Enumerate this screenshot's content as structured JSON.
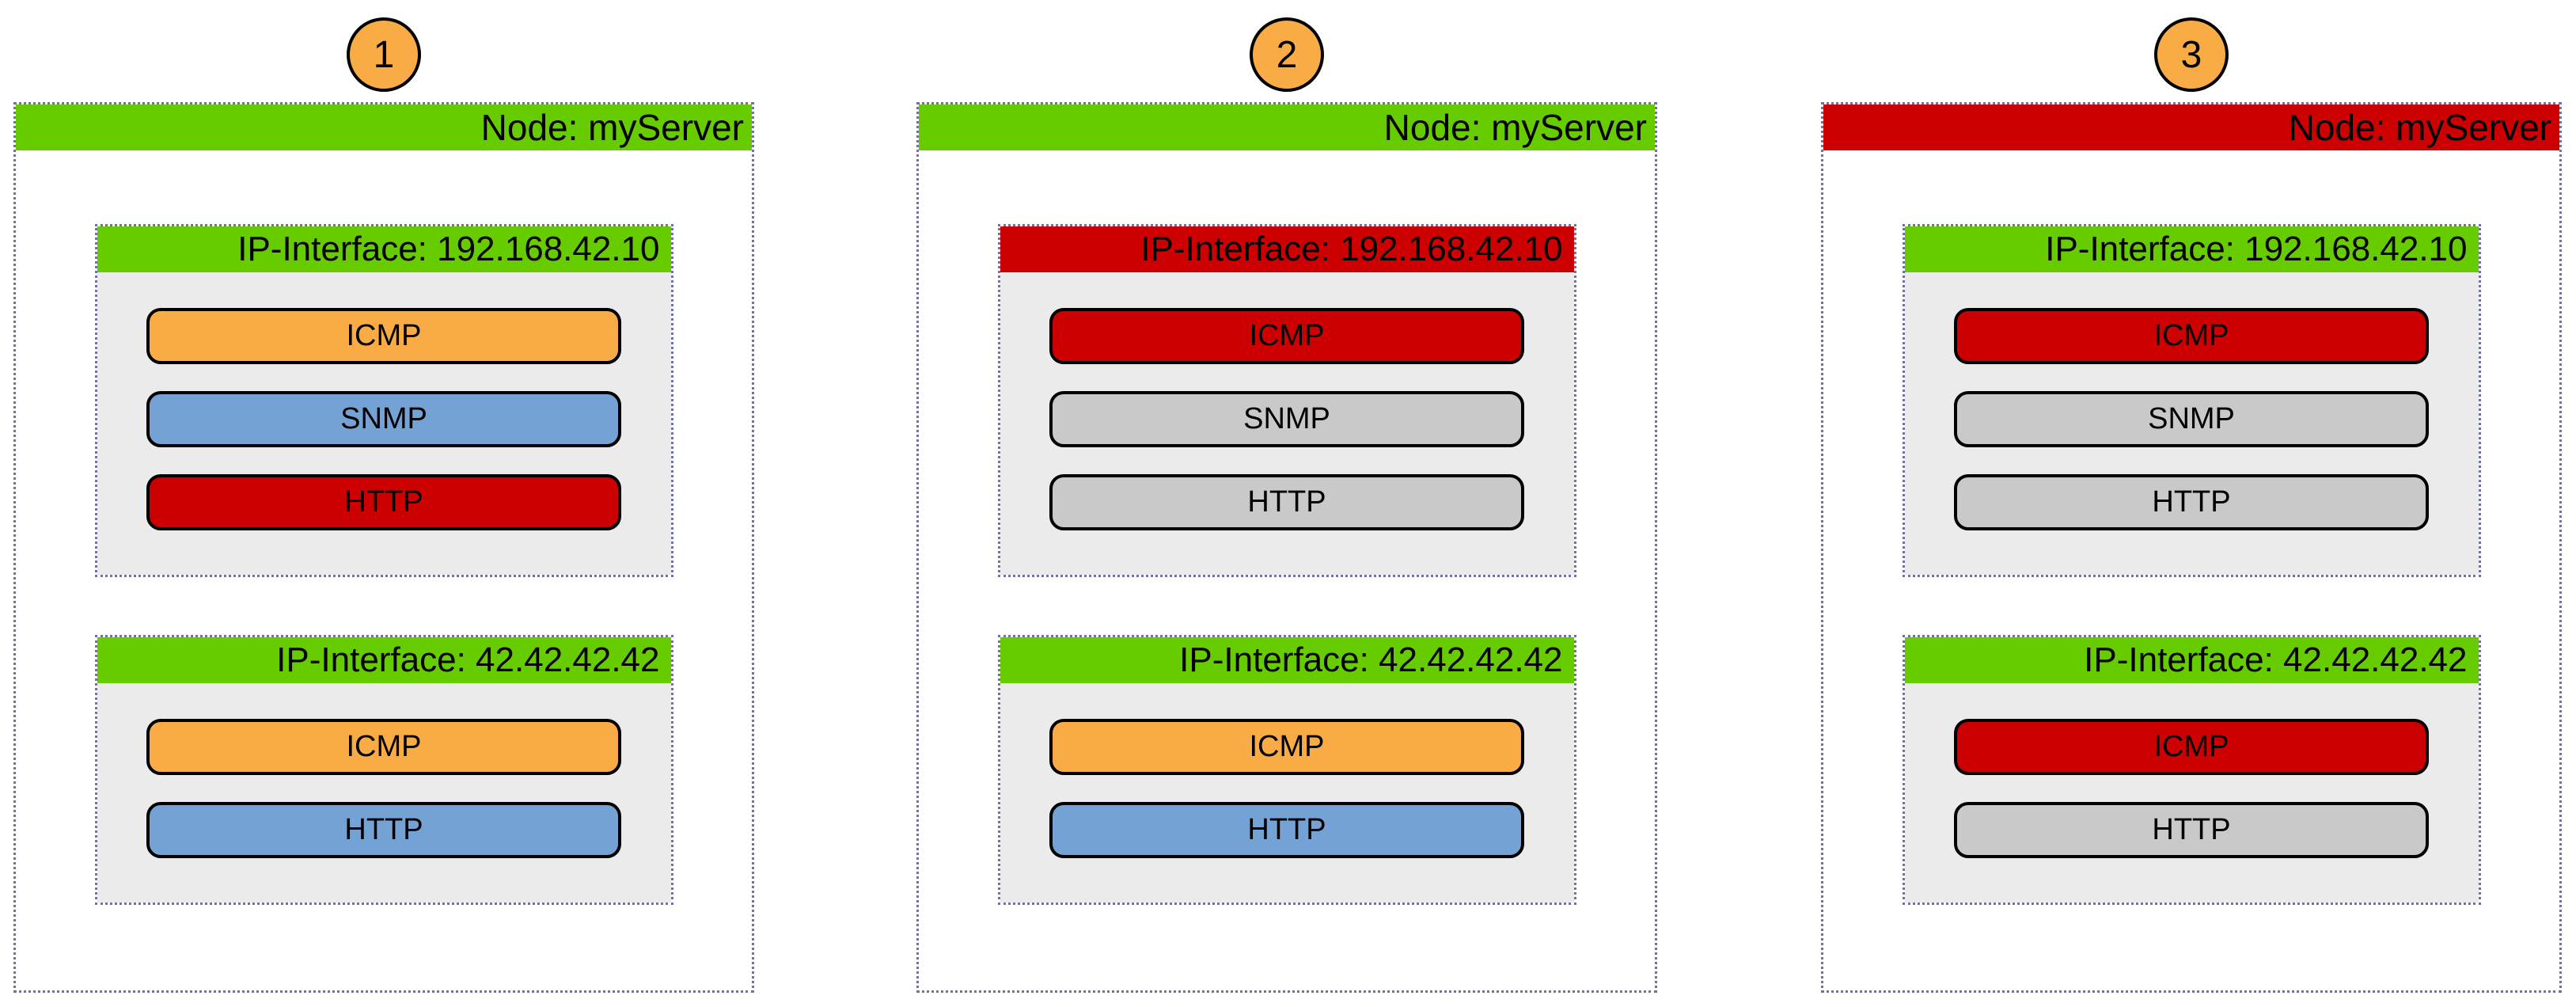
{
  "colors": {
    "dotted_border": "#7070A3",
    "interface_body_bg": "#EBEBEB",
    "status_up_green": "#66CC00",
    "status_down_red": "#CC0000",
    "service_warning_orange": "#F9AC45",
    "service_normal_blue": "#74A2D4",
    "service_inactive_gray": "#C9C9C9",
    "step_badge_orange": "#F9AC45",
    "text": "#000000"
  },
  "panels": [
    {
      "step": "1",
      "step_badge_color": "#F9AC45",
      "node": {
        "label": "Node: myServer",
        "header_color": "#66CC00",
        "interfaces": [
          {
            "label": "IP-Interface: 192.168.42.10",
            "header_color": "#66CC00",
            "services": [
              {
                "name": "ICMP",
                "color": "#F9AC45"
              },
              {
                "name": "SNMP",
                "color": "#74A2D4"
              },
              {
                "name": "HTTP",
                "color": "#CC0000"
              }
            ]
          },
          {
            "label": "IP-Interface: 42.42.42.42",
            "header_color": "#66CC00",
            "services": [
              {
                "name": "ICMP",
                "color": "#F9AC45"
              },
              {
                "name": "HTTP",
                "color": "#74A2D4"
              }
            ]
          }
        ]
      }
    },
    {
      "step": "2",
      "step_badge_color": "#F9AC45",
      "node": {
        "label": "Node: myServer",
        "header_color": "#66CC00",
        "interfaces": [
          {
            "label": "IP-Interface: 192.168.42.10",
            "header_color": "#CC0000",
            "services": [
              {
                "name": "ICMP",
                "color": "#CC0000"
              },
              {
                "name": "SNMP",
                "color": "#C9C9C9"
              },
              {
                "name": "HTTP",
                "color": "#C9C9C9"
              }
            ]
          },
          {
            "label": "IP-Interface: 42.42.42.42",
            "header_color": "#66CC00",
            "services": [
              {
                "name": "ICMP",
                "color": "#F9AC45"
              },
              {
                "name": "HTTP",
                "color": "#74A2D4"
              }
            ]
          }
        ]
      }
    },
    {
      "step": "3",
      "step_badge_color": "#F9AC45",
      "node": {
        "label": "Node: myServer",
        "header_color": "#CC0000",
        "interfaces": [
          {
            "label": "IP-Interface: 192.168.42.10",
            "header_color": "#66CC00",
            "services": [
              {
                "name": "ICMP",
                "color": "#CC0000"
              },
              {
                "name": "SNMP",
                "color": "#C9C9C9"
              },
              {
                "name": "HTTP",
                "color": "#C9C9C9"
              }
            ]
          },
          {
            "label": "IP-Interface: 42.42.42.42",
            "header_color": "#66CC00",
            "services": [
              {
                "name": "ICMP",
                "color": "#CC0000"
              },
              {
                "name": "HTTP",
                "color": "#C9C9C9"
              }
            ]
          }
        ]
      }
    }
  ]
}
